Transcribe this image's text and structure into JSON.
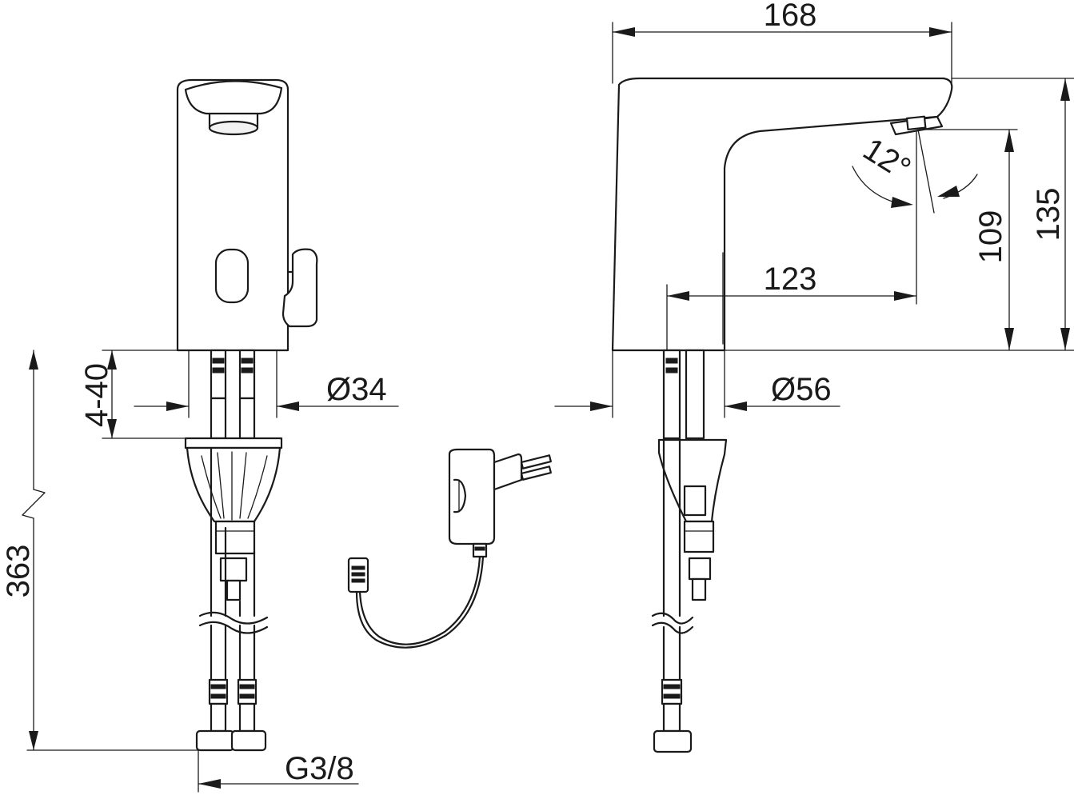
{
  "dimensions": {
    "overall_width": "168",
    "overall_height": "135",
    "outlet_height": "109",
    "projection": "123",
    "spray_angle": "12°",
    "hole_diameter_min": "Ø34",
    "hole_diameter_max": "Ø56",
    "deck_thickness": "4-40",
    "hose_length": "363",
    "connection_thread": "G3/8"
  },
  "colors": {
    "line": "#1a1a1a",
    "background": "#ffffff"
  }
}
